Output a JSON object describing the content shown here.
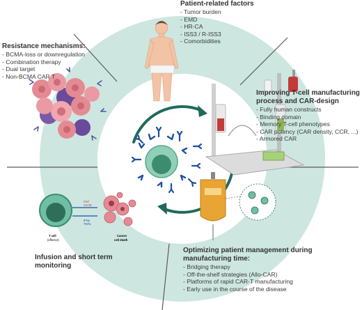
{
  "patient_factors": {
    "title": "Patient-related factors",
    "items": [
      "- Tumor burden",
      "- EMD",
      "- HR-CA",
      "- ISS3 / R-ISS3",
      "- Comorbidities"
    ]
  },
  "resistance": {
    "title": "Resistance mechanisms:",
    "items": [
      "- BCMA-loss or downregulation",
      "- Combination therapy",
      "- Dual target",
      "- Non-BCMA CAR T"
    ]
  },
  "manufacturing": {
    "title_line1": "Improving T-cell manufacturing",
    "title_line2": "process and CAR-design",
    "items": [
      "- Fully human constructs",
      "- Binding domain",
      "- Memory T-cell phenotypes",
      "- CAR potency (CAR density, CCR, ...)",
      "- Armored CAR"
    ]
  },
  "infusion": {
    "title_line1": "Infusion and short term",
    "title_line2": "monitoring",
    "tcell_line1": "T cell",
    "tcell_line2": "(effector)",
    "cancer_line1": "Cancer",
    "cancer_line2": "cell death",
    "cytokines_top": [
      "Perf",
      "GzmB"
    ],
    "cytokines_bottom": [
      "IFNγ",
      "TNFα"
    ]
  },
  "patient_management": {
    "title_line1": "Optimizing patient management during",
    "title_line2": "manufacturing time:",
    "items": [
      "- Bridging therapy",
      "- Off-the-shelf strategies (Allo-CAR)",
      "- Platforms of rapid CAR-T manufacturing",
      "- Early use in the course of the disease"
    ]
  },
  "colors": {
    "ring": "#cde7e0",
    "ring_line": "#5a5a5a",
    "cycle_arrow": "#1f6a5b",
    "car_receptor": "#1e4fa0",
    "tcell": "#6fbfa5",
    "tcell_nucleus": "#3d8c72",
    "tumor_pink": "#e48a93",
    "tumor_purple": "#6a4a9a",
    "bag": "#e8a533"
  }
}
